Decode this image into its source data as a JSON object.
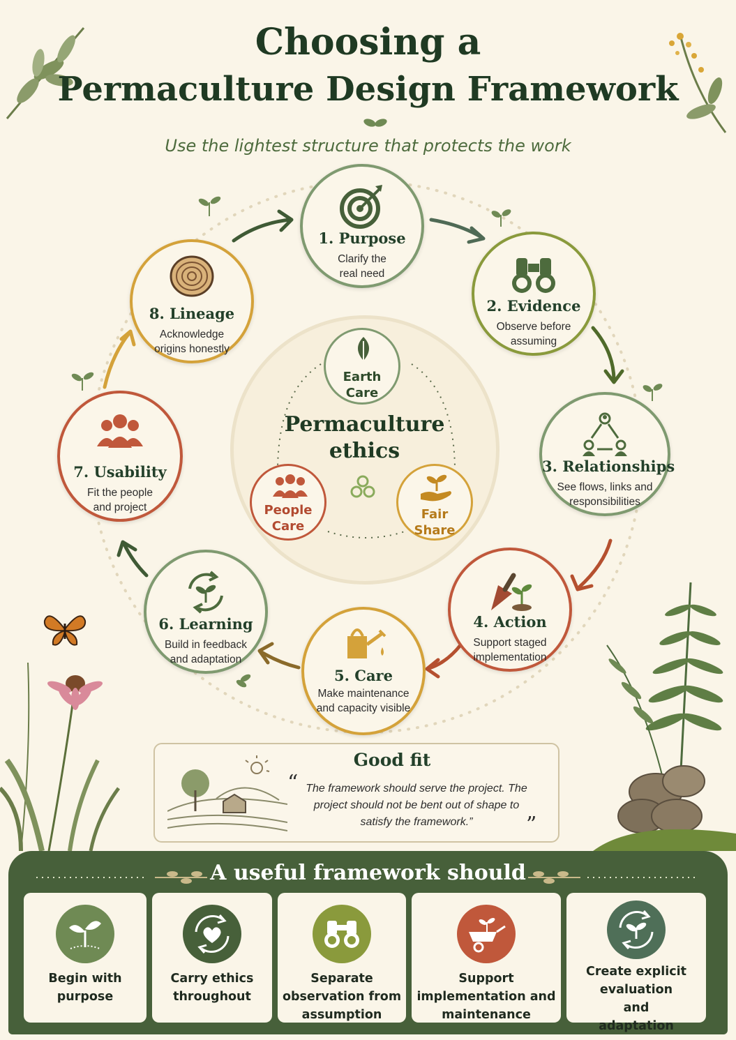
{
  "header": {
    "title_line1": "Choosing a",
    "title_line2": "Permaculture Design Framework",
    "subtitle": "Use the lightest structure that protects the work"
  },
  "colors": {
    "forest": "#47603a",
    "sage": "#7f9a70",
    "olive": "#8a9a3c",
    "terracotta": "#c0583b",
    "ochre": "#d4a23a",
    "cream": "#faf5e8"
  },
  "stages": [
    {
      "id": "purpose",
      "name": "1. Purpose",
      "desc": "Clarify the real need",
      "icon": "target-icon",
      "color": "#7f9a70"
    },
    {
      "id": "evidence",
      "name": "2. Evidence",
      "desc": "Observe before assuming",
      "icon": "binoculars-icon",
      "color": "#8a9a3c"
    },
    {
      "id": "relationships",
      "name": "3. Relationships",
      "desc": "See flows, links and responsibilities",
      "icon": "network-icon",
      "color": "#7f9a70"
    },
    {
      "id": "action",
      "name": "4. Action",
      "desc": "Support staged implementation",
      "icon": "trowel-icon",
      "color": "#c0583b"
    },
    {
      "id": "care",
      "name": "5. Care",
      "desc": "Make maintenance and capacity visible",
      "icon": "watering-can-icon",
      "color": "#d4a23a"
    },
    {
      "id": "learning",
      "name": "6. Learning",
      "desc": "Build in feedback and adaptation",
      "icon": "cycle-sprout-icon",
      "color": "#7f9a70"
    },
    {
      "id": "usability",
      "name": "7. Usability",
      "desc": "Fit the people and project",
      "icon": "people-icon",
      "color": "#c0583b"
    },
    {
      "id": "lineage",
      "name": "8. Lineage",
      "desc": "Acknowledge origins honestly",
      "icon": "tree-rings-icon",
      "color": "#d4a23a"
    }
  ],
  "ethics": {
    "title": "Permaculture ethics",
    "items": [
      {
        "id": "earth",
        "line1": "Earth",
        "line2": "Care",
        "icon": "leaf-icon",
        "color": "#47603a"
      },
      {
        "id": "people",
        "line1": "People",
        "line2": "Care",
        "icon": "people-icon",
        "color": "#c0583b"
      },
      {
        "id": "fair",
        "line1": "Fair",
        "line2": "Share",
        "icon": "hand-sprout-icon",
        "color": "#c48a22"
      }
    ]
  },
  "good_fit": {
    "title": "Good fit",
    "quote": "The framework should serve the project. The project should not be bent out of shape to satisfy the framework.”"
  },
  "bottom": {
    "title": "A useful framework should",
    "cards": [
      {
        "label": "Begin with purpose",
        "icon": "seedling-icon",
        "color": "#6f8a54"
      },
      {
        "label": "Carry ethics throughout",
        "icon": "heart-cycle-icon",
        "color": "#47603a"
      },
      {
        "label": "Separate observation from assumption",
        "icon": "binoculars-icon",
        "color": "#8a9a3c"
      },
      {
        "label": "Support implementation and maintenance",
        "icon": "wheelbarrow-icon",
        "color": "#c0583b"
      },
      {
        "label": "Create explicit evaluation and adaptation",
        "icon": "cycle-sprout-icon",
        "color": "#4f6f58"
      }
    ]
  }
}
